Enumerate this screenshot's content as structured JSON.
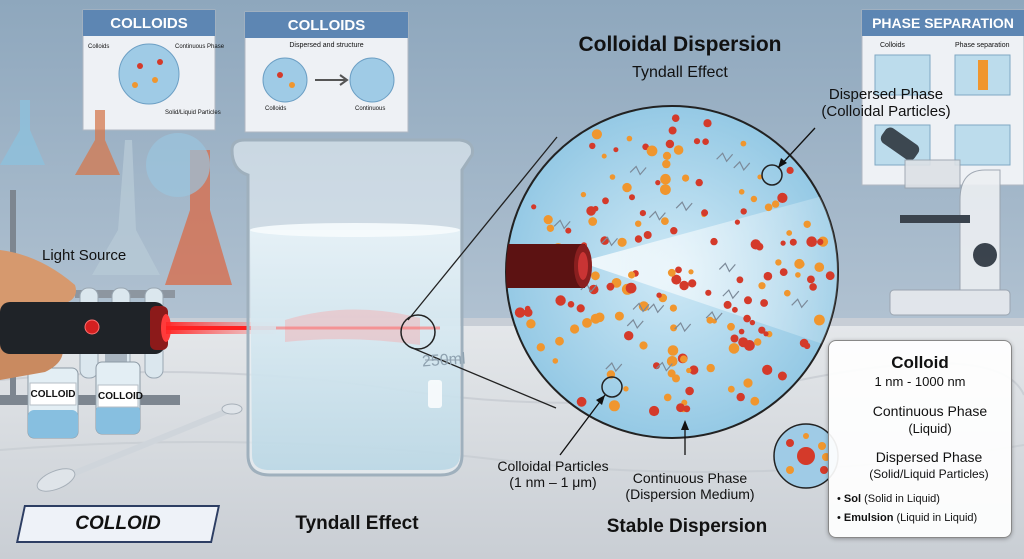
{
  "posters": {
    "left_title": "COLLOIDS",
    "left_labels": [
      "Colloids",
      "Continuous Phase",
      "Solid/Liquid Particles"
    ],
    "middle_title": "COLLOIDS",
    "middle_subtitle": "Dispersed and structure",
    "middle_labels": [
      "Colloids",
      "Continuous"
    ],
    "right_title": "PHASE SEPARATION",
    "right_labels": [
      "Colloids",
      "Phase separation"
    ]
  },
  "light_source": {
    "label": "Light Source"
  },
  "vials": [
    "COLLOID",
    "COLLOID"
  ],
  "beaker": {
    "volume_mark": "250ml"
  },
  "colloid_tag": "COLLOID",
  "tyndall_caption": "Tyndall Effect",
  "zoom": {
    "title": "Colloidal Dispersion",
    "subtitle": "Tyndall Effect",
    "dispersed_label_line1": "Dispersed Phase",
    "dispersed_label_line2": "(Colloidal Particles)",
    "particles_label_line1": "Colloidal Particles",
    "particles_label_line2": "(1 nm – 1 μm)",
    "continuous_label_line1": "Continuous Phase",
    "continuous_label_line2": "(Dispersion Medium)",
    "caption": "Stable Dispersion"
  },
  "info_box": {
    "title": "Colloid",
    "range": "1 nm - 1000 nm",
    "continuous_line1": "Continuous Phase",
    "continuous_line2": "(Liquid)",
    "dispersed_line1": "Dispersed Phase",
    "dispersed_line2": "(Solid/Liquid Particles)",
    "bullet1_bold": "Sol",
    "bullet1_rest": " (Solid in Liquid)",
    "bullet2_bold": "Emulsion",
    "bullet2_rest": " (Liquid in Liquid)"
  },
  "colors": {
    "wall": "#9fb3c6",
    "counter": "#d9dde2",
    "laser": "#e02020",
    "fluid": "#a9d4ea",
    "particle_red": "#d43a2a",
    "particle_orange": "#f0962e"
  }
}
